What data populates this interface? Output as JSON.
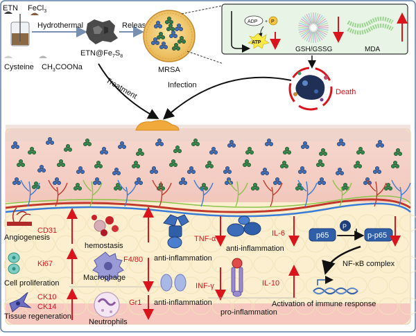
{
  "top": {
    "etn": "ETN",
    "fecl3": "FeCl",
    "fecl3_sub": "3",
    "hydrothermal": "Hydrothermal",
    "cysteine": "Cysteine",
    "ch3coona": "CH",
    "ch3coona_sub": "3",
    "ch3coona_rest": "COONa",
    "release": "Release",
    "product": "ETN@Fe",
    "product_sub1": "7",
    "product_s": "S",
    "product_sub2": "8",
    "mrsa": "MRSA",
    "treatment": "Treatment",
    "infection": "Infection",
    "death": "Death"
  },
  "mechanism": {
    "adp": "ADP",
    "p": "P",
    "atp": "ATP",
    "gsh": "GSH/GSSG",
    "mda": "MDA"
  },
  "tissue": {
    "cd31": "CD31",
    "angiogenesis": "Angiogenesis",
    "ki67": "Ki67",
    "cell_proliferation": "Cell proliferation",
    "ck10": "CK10",
    "ck14": "CK14",
    "tissue_regeneration": "Tissue regeneration",
    "hemostasis": "hemostasis",
    "macrophage": "Macrophage",
    "neutrophils": "Neutrophils",
    "f480": "F4/80",
    "gr1": "Gr1",
    "anti_inflammation_1": "anti-inflammation",
    "anti_inflammation_2": "anti-inflammation",
    "anti_inflammation_3": "anti-inflammation",
    "tnf": "TNF-α",
    "il6": "IL-6",
    "infg": "INF-γ",
    "il10": "IL-10",
    "pro_inflammation": "pro-inflammation",
    "p65": "p65",
    "p": "P",
    "pp65": "p-p65",
    "nfkb": "NF-κB complex",
    "immune": "Activation of immune response"
  },
  "colors": {
    "border": "#5b7fae",
    "up_arrow": "#d9141c",
    "down_arrow": "#d9141c",
    "label_red": "#d9141c",
    "dermis": "#f4d2c8",
    "fat": "#fbf0cf",
    "receptor_blue": "#2f5fa8"
  }
}
